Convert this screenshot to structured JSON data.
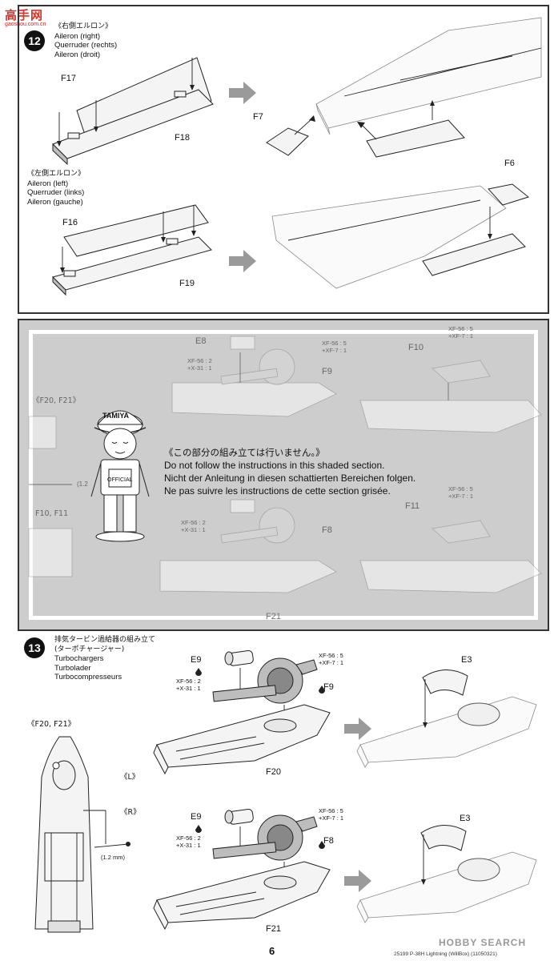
{
  "watermark": {
    "logo": "高手网",
    "url": "gaoshou.com.cn"
  },
  "step12": {
    "number": "12",
    "right": {
      "jp": "《右側エルロン》",
      "en": "Aileron (right)",
      "de": "Querruder (rechts)",
      "fr": "Aileron (droit)"
    },
    "left": {
      "jp": "《左側エルロン》",
      "en": "Aileron (left)",
      "de": "Querruder (links)",
      "fr": "Aileron (gauche)"
    },
    "parts": {
      "f17": "F17",
      "f18": "F18",
      "f7": "F7",
      "f6": "F6",
      "f16": "F16",
      "f19": "F19"
    }
  },
  "shaded": {
    "notice_jp": "《この部分の組み立ては行いません。》",
    "notice_en": "Do not follow the instructions in this shaded section.",
    "notice_de": "Nicht der Anleitung in diesen schattierten Bereichen folgen.",
    "notice_fr": "Ne pas suivre les instructions de cette section grisée.",
    "labels": {
      "e8": "E8",
      "f9": "F9",
      "f10": "F10",
      "f8": "F8",
      "f11": "F11",
      "f20f21": "《F20, F21》",
      "f10f11": "F10, F11",
      "f21": "F21",
      "mm": "(1.2",
      "paint1": "XF-56 : 2",
      "paint2": "+X-31 : 1",
      "paint3": "XF-56 : 5",
      "paint4": "+XF-7 : 1"
    },
    "cap_text": "TAMIYA",
    "badge_text": "OFFICIAL"
  },
  "step13": {
    "number": "13",
    "jp": "排気タービン過給器の組み立て",
    "jp2": "(ターボチャージャー)",
    "en": "Turbochargers",
    "de": "Turbolader",
    "fr": "Turbocompresseurs",
    "f20f21": "《F20, F21》",
    "side_l": "《L》",
    "side_r": "《R》",
    "mm": "(1.2 mm)",
    "parts": {
      "e9": "E9",
      "f9": "F9",
      "f8": "F8",
      "e3": "E3",
      "f20": "F20",
      "f21": "F21"
    },
    "paint": {
      "a1": "XF-56 : 2",
      "a2": "+X-31 : 1",
      "b1": "XF-56 : 5",
      "b2": "+XF-7 : 1"
    }
  },
  "footer": {
    "page": "6",
    "code": "25199  P-38H Lightning (WillBox) (11050321)",
    "watermark": "HOBBY SEARCH"
  }
}
